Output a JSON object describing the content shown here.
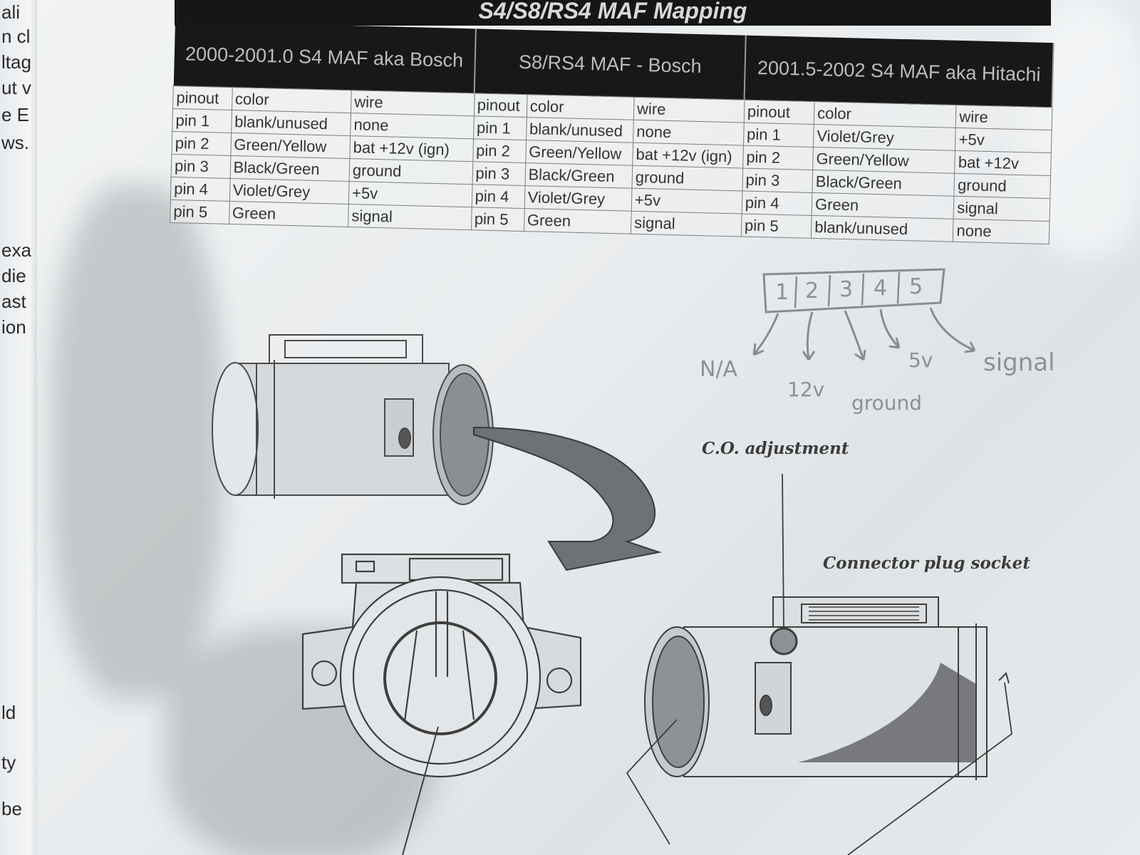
{
  "left_page": {
    "fragments": [
      "ali",
      "n cl",
      "ltag",
      "ut v",
      "e E",
      "ws.",
      "exa",
      "die",
      "ast",
      "ion",
      "ld",
      "ty",
      "be"
    ]
  },
  "document": {
    "title": "S4/S8/RS4 MAF Mapping",
    "groups": [
      {
        "heading": "2000-2001.0 S4 MAF aka Bosch",
        "columns": [
          "pinout",
          "color",
          "wire"
        ],
        "rows": [
          [
            "pin 1",
            "blank/unused",
            "none"
          ],
          [
            "pin 2",
            "Green/Yellow",
            "bat +12v (ign)"
          ],
          [
            "pin 3",
            "Black/Green",
            "ground"
          ],
          [
            "pin 4",
            "Violet/Grey",
            "+5v"
          ],
          [
            "pin 5",
            "Green",
            "signal"
          ]
        ]
      },
      {
        "heading": "S8/RS4 MAF - Bosch",
        "columns": [
          "pinout",
          "color",
          "wire"
        ],
        "rows": [
          [
            "pin 1",
            "blank/unused",
            "none"
          ],
          [
            "pin 2",
            "Green/Yellow",
            "bat +12v (ign)"
          ],
          [
            "pin 3",
            "Black/Green",
            "ground"
          ],
          [
            "pin 4",
            "Violet/Grey",
            "+5v"
          ],
          [
            "pin 5",
            "Green",
            "signal"
          ]
        ]
      },
      {
        "heading": "2001.5-2002 S4 MAF aka Hitachi",
        "columns": [
          "pinout",
          "color",
          "wire"
        ],
        "rows": [
          [
            "pin 1",
            "Violet/Grey",
            "+5v"
          ],
          [
            "pin 2",
            "Green/Yellow",
            "bat +12v"
          ],
          [
            "pin 3",
            "Black/Green",
            "ground"
          ],
          [
            "pin 4",
            "Green",
            "signal"
          ],
          [
            "pin 5",
            "blank/unused",
            "none"
          ]
        ]
      }
    ],
    "handwritten": {
      "connector_pins": [
        "1",
        "2",
        "3",
        "4",
        "5"
      ],
      "labels": [
        "N/A",
        "12v",
        "ground",
        "5v",
        "signal"
      ]
    },
    "annotations": {
      "co_adjustment": "C.O. adjustment",
      "connector_socket": "Connector plug socket"
    }
  },
  "colors": {
    "paper": "#eceff1",
    "header_band": "#161616",
    "ink": "#333333",
    "pencil": "#8a8d90"
  }
}
